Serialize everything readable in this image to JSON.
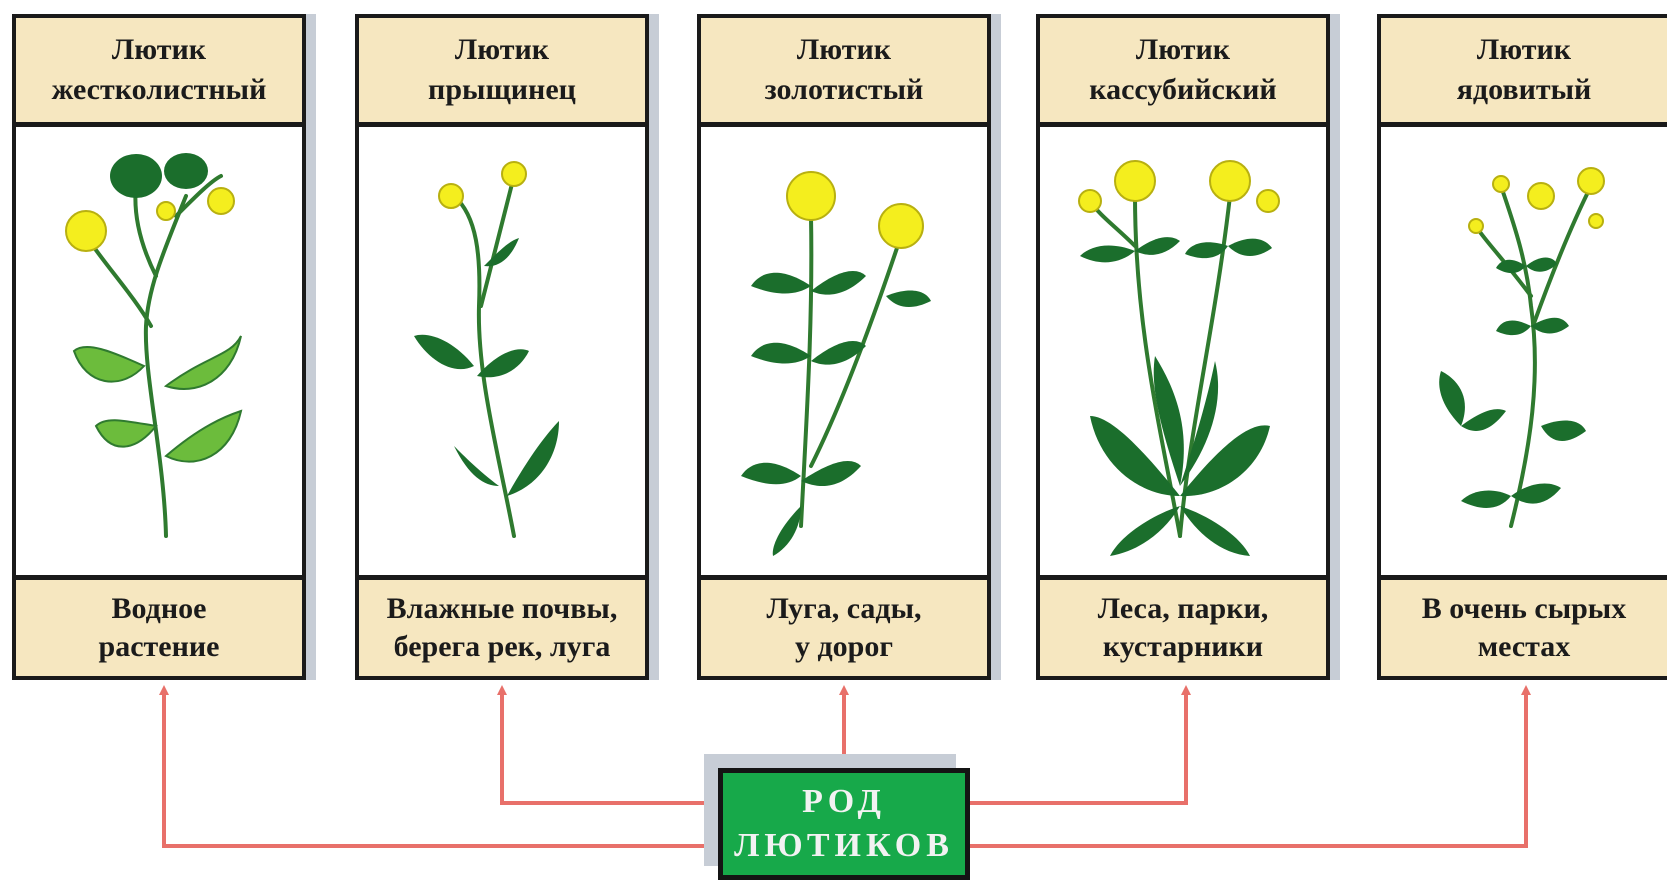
{
  "species": [
    {
      "name_line1": "Лютик",
      "name_line2": "жестколистный",
      "habitat_line1": "Водное",
      "habitat_line2": "растение"
    },
    {
      "name_line1": "Лютик",
      "name_line2": "прыщинец",
      "habitat_line1": "Влажные почвы,",
      "habitat_line2": "берега рек, луга"
    },
    {
      "name_line1": "Лютик",
      "name_line2": "золотистый",
      "habitat_line1": "Луга, сады,",
      "habitat_line2": "у дорог"
    },
    {
      "name_line1": "Лютик",
      "name_line2": "кассубийский",
      "habitat_line1": "Леса, парки,",
      "habitat_line2": "кустарники"
    },
    {
      "name_line1": "Лютик",
      "name_line2": "ядовитый",
      "habitat_line1": "В очень сырых",
      "habitat_line2": "местах"
    }
  ],
  "root": {
    "line1": "РОД",
    "line2": "ЛЮТИКОВ"
  },
  "colors": {
    "panel_fill": "#f6e7c0",
    "root_fill": "#17a94a",
    "arrow": "#e8706a",
    "flower": "#f4ee1e",
    "leaf_dark": "#1b6e2c",
    "leaf_light": "#5fb93a"
  }
}
